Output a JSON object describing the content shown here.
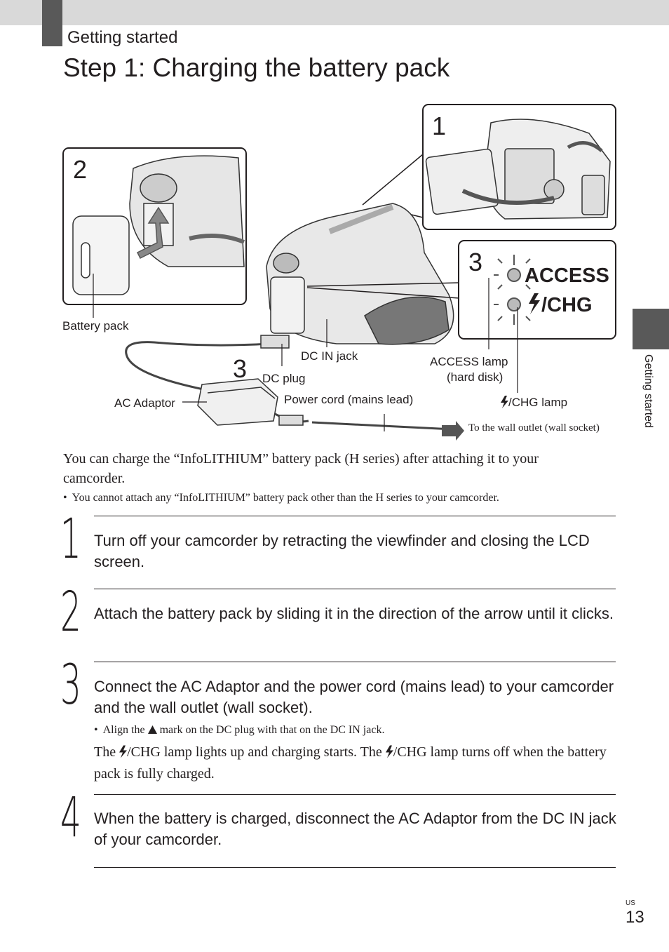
{
  "header": {
    "section_label": "Getting started",
    "page_title": "Step 1: Charging the battery pack"
  },
  "side_tab": {
    "label": "Getting started"
  },
  "figure": {
    "panel_numbers": [
      "1",
      "2",
      "3",
      "3"
    ],
    "panel3_labels": {
      "access": "ACCESS",
      "chg": "/CHG"
    },
    "labels": {
      "battery_pack": "Battery pack",
      "dc_in_jack": "DC IN jack",
      "dc_plug": "DC plug",
      "ac_adaptor": "AC Adaptor",
      "power_cord": "Power cord (mains lead)",
      "access_lamp_line1": "ACCESS lamp",
      "access_lamp_line2": "(hard disk)",
      "chg_lamp": "/CHG lamp",
      "wall_outlet": "To the wall outlet (wall socket)"
    }
  },
  "intro": {
    "paragraph": "You can charge the “InfoLITHIUM” battery pack (H series) after attaching it to your camcorder.",
    "note": "You cannot attach any “InfoLITHIUM” battery pack other than the H series to your camcorder."
  },
  "steps": [
    {
      "number": "1",
      "text": "Turn off your camcorder by retracting the viewfinder and closing the LCD screen."
    },
    {
      "number": "2",
      "text": "Attach the battery pack by sliding it in the direction of the arrow until it clicks."
    },
    {
      "number": "3",
      "text": "Connect the AC Adaptor and the power cord (mains lead) to your camcorder and the wall outlet (wall socket)."
    },
    {
      "number": "4",
      "text": "When the battery is charged, disconnect the AC Adaptor from the DC IN jack of your camcorder."
    }
  ],
  "step3_notes": {
    "bullet_before": "Align the",
    "bullet_after": "mark on the DC plug with that on the DC IN jack.",
    "p_part1": "The",
    "p_part2": "/CHG lamp lights up and charging starts. The",
    "p_part3": "/CHG lamp turns off when the battery pack is fully charged."
  },
  "footer": {
    "region": "US",
    "page_number": "13"
  }
}
